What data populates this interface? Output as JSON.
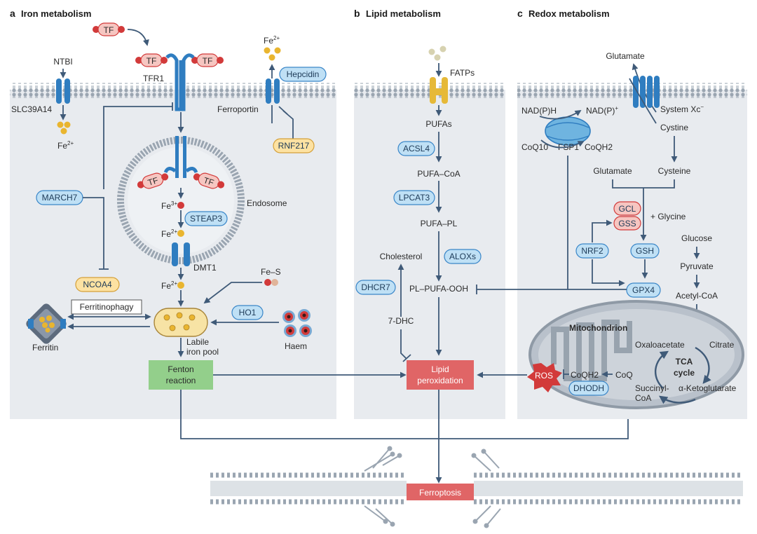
{
  "panels": {
    "a": {
      "letter": "a",
      "title": "Iron metabolism"
    },
    "b": {
      "letter": "b",
      "title": "Lipid metabolism"
    },
    "c": {
      "letter": "c",
      "title": "Redox metabolism"
    }
  },
  "iron": {
    "tf": "TF",
    "ntbi": "NTBI",
    "tfr1": "TFR1",
    "slc39a14": "SLC39A14",
    "ferroportin": "Ferroportin",
    "hepcidin": "Hepcidin",
    "rnf217": "RNF217",
    "fe2": "Fe",
    "fe2_charge": "2+",
    "fe3": "Fe",
    "fe3_charge": "3+",
    "march7": "MARCH7",
    "endosome": "Endosome",
    "steap3": "STEAP3",
    "dmt1": "DMT1",
    "ncoa4": "NCOA4",
    "fes": "Fe–S",
    "ferritinophagy": "Ferritinophagy",
    "ferritin": "Ferritin",
    "ho1": "HO1",
    "haem": "Haem",
    "labile_pool_line1": "Labile",
    "labile_pool_line2": "iron pool",
    "fenton_line1": "Fenton",
    "fenton_line2": "reaction"
  },
  "lipid": {
    "fatps": "FATPs",
    "pufas": "PUFAs",
    "acsl4": "ACSL4",
    "pufa_coa": "PUFA–CoA",
    "lpcat3": "LPCAT3",
    "pufa_pl": "PUFA–PL",
    "cholesterol": "Cholesterol",
    "aloxs": "ALOXs",
    "dhcr7": "DHCR7",
    "pl_pufa_ooh": "PL–PUFA-OOH",
    "seven_dhc": "7-DHC",
    "lipid_perox_line1": "Lipid",
    "lipid_perox_line2": "peroxidation"
  },
  "redox": {
    "glutamate_out": "Glutamate",
    "system_xc": "System Xc",
    "system_xc_charge": "−",
    "nadph": "NAD(P)H",
    "nadp": "NAD(P)",
    "nadp_charge": "+",
    "coq10": "CoQ10",
    "fsp1": "FSP1",
    "coqh2_top": "CoQH2",
    "cystine": "Cystine",
    "glutamate_in": "Glutamate",
    "cysteine": "Cysteine",
    "gcl": "GCL",
    "gss": "GSS",
    "glycine": "+ Glycine",
    "nrf2": "NRF2",
    "gsh": "GSH",
    "gpx4": "GPX4",
    "glucose": "Glucose",
    "pyruvate": "Pyruvate",
    "acetyl_coa": "Acetyl-CoA",
    "mitochondrion": "Mitochondrion",
    "oxaloacetate": "Oxaloacetate",
    "citrate": "Citrate",
    "tca_line1": "TCA",
    "tca_line2": "cycle",
    "succinyl_line1": "Succinyl-",
    "succinyl_line2": "CoA",
    "a_ketoglutarate": "α-Ketoglutarate",
    "ros": "ROS",
    "coqh2": "CoQH2",
    "coq": "CoQ",
    "dhodh": "DHODH"
  },
  "ferroptosis": "Ferroptosis",
  "colors": {
    "panel_bg": "#e8ebef",
    "membrane": "#8f9aa6",
    "blue_protein": "#2f7dc0",
    "light_blue_pill": "#bfe0f5",
    "pink_pill": "#f6c6c1",
    "yellow_pill": "#fde2a2",
    "iron_yellow": "#e9b52f",
    "red_box": "#e06566",
    "green_box": "#93cf8b",
    "line": "#3f5a78"
  }
}
